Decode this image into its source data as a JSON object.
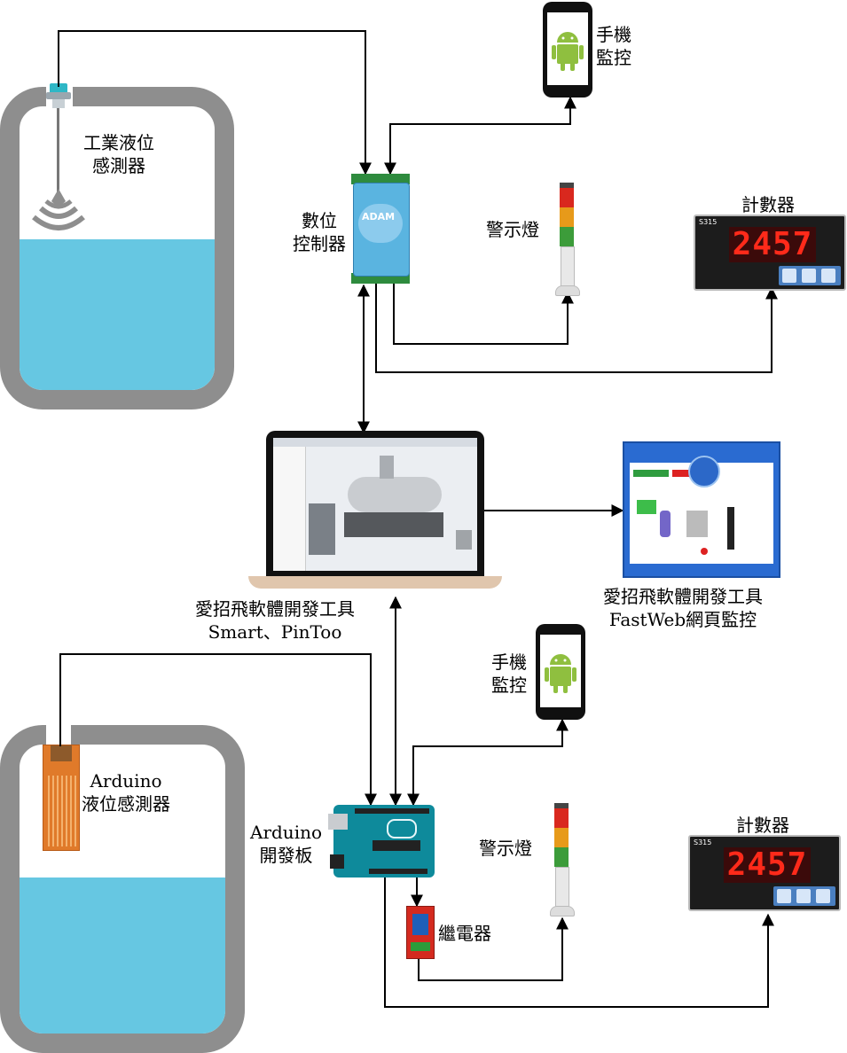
{
  "labels": {
    "industrial_sensor": [
      "工業液位",
      "感測器"
    ],
    "digital_controller": [
      "數位",
      "控制器"
    ],
    "phone_top": [
      "手機",
      "監控"
    ],
    "warning_light_top": "警示燈",
    "counter_top": "計數器",
    "software": [
      "愛招飛軟體開發工具",
      "Smart、PinToo"
    ],
    "web_monitor": [
      "愛招飛軟體開發工具",
      "FastWeb網頁監控"
    ],
    "phone_bottom": [
      "手機",
      "監控"
    ],
    "arduino_sensor": [
      "Arduino",
      "液位感測器"
    ],
    "arduino_board": [
      "Arduino",
      "開發板"
    ],
    "warning_light_bottom": "警示燈",
    "relay": "繼電器",
    "counter_bottom": "計數器"
  },
  "device_text": {
    "counter_display": "2457",
    "counter_model": "S315",
    "adam_brand": "ADAM"
  },
  "colors": {
    "water": "#66c7e2",
    "tank_wall": "#8e8e8e",
    "adam_module": "#5ab4e0",
    "arduino_board": "#0e8a9b",
    "relay": "#d42a1f"
  }
}
